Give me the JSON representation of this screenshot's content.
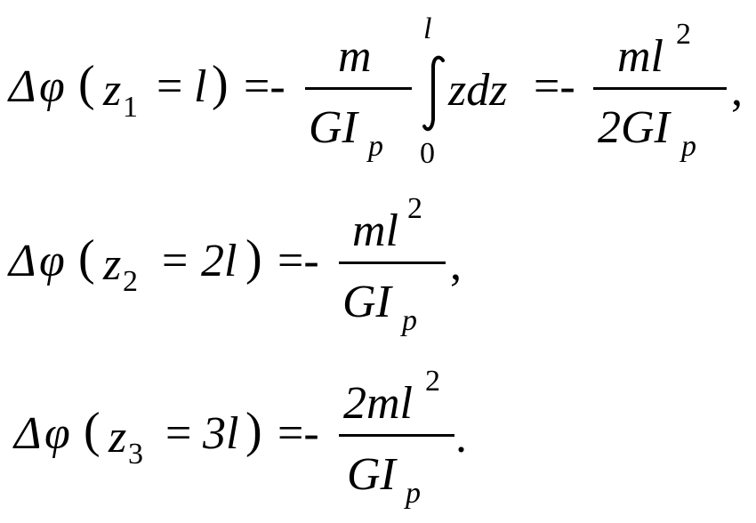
{
  "equations": [
    {
      "lhs": {
        "delta": "Δ",
        "phi": "φ",
        "open": "(",
        "z": "z",
        "sub": "1",
        "eq": "=",
        "arg": "l",
        "close": ")"
      },
      "rel1": "=-",
      "frac1": {
        "num": "m",
        "den_main": "GI",
        "den_sub": "p"
      },
      "integral": {
        "upper": "l",
        "lower": "0",
        "body": "zdz"
      },
      "rel2": "=-",
      "frac2": {
        "num": "ml",
        "num_sup": "2",
        "den_main": "2GI",
        "den_sub": "p"
      },
      "end": ","
    },
    {
      "lhs": {
        "delta": "Δ",
        "phi": "φ",
        "open": "(",
        "z": "z",
        "sub": "2",
        "eq": "=",
        "arg": "2l",
        "close": ")"
      },
      "rel1": "=-",
      "frac1": {
        "num": "ml",
        "num_sup": "2",
        "den_main": "GI",
        "den_sub": "p"
      },
      "end": ","
    },
    {
      "lhs": {
        "delta": "Δ",
        "phi": "φ",
        "open": "(",
        "z": "z",
        "sub": "3",
        "eq": "=",
        "arg": "3l",
        "close": ")"
      },
      "rel1": "=-",
      "frac1": {
        "num": "2ml",
        "num_sup": "2",
        "den_main": "GI",
        "den_sub": "p"
      },
      "end": "."
    }
  ]
}
